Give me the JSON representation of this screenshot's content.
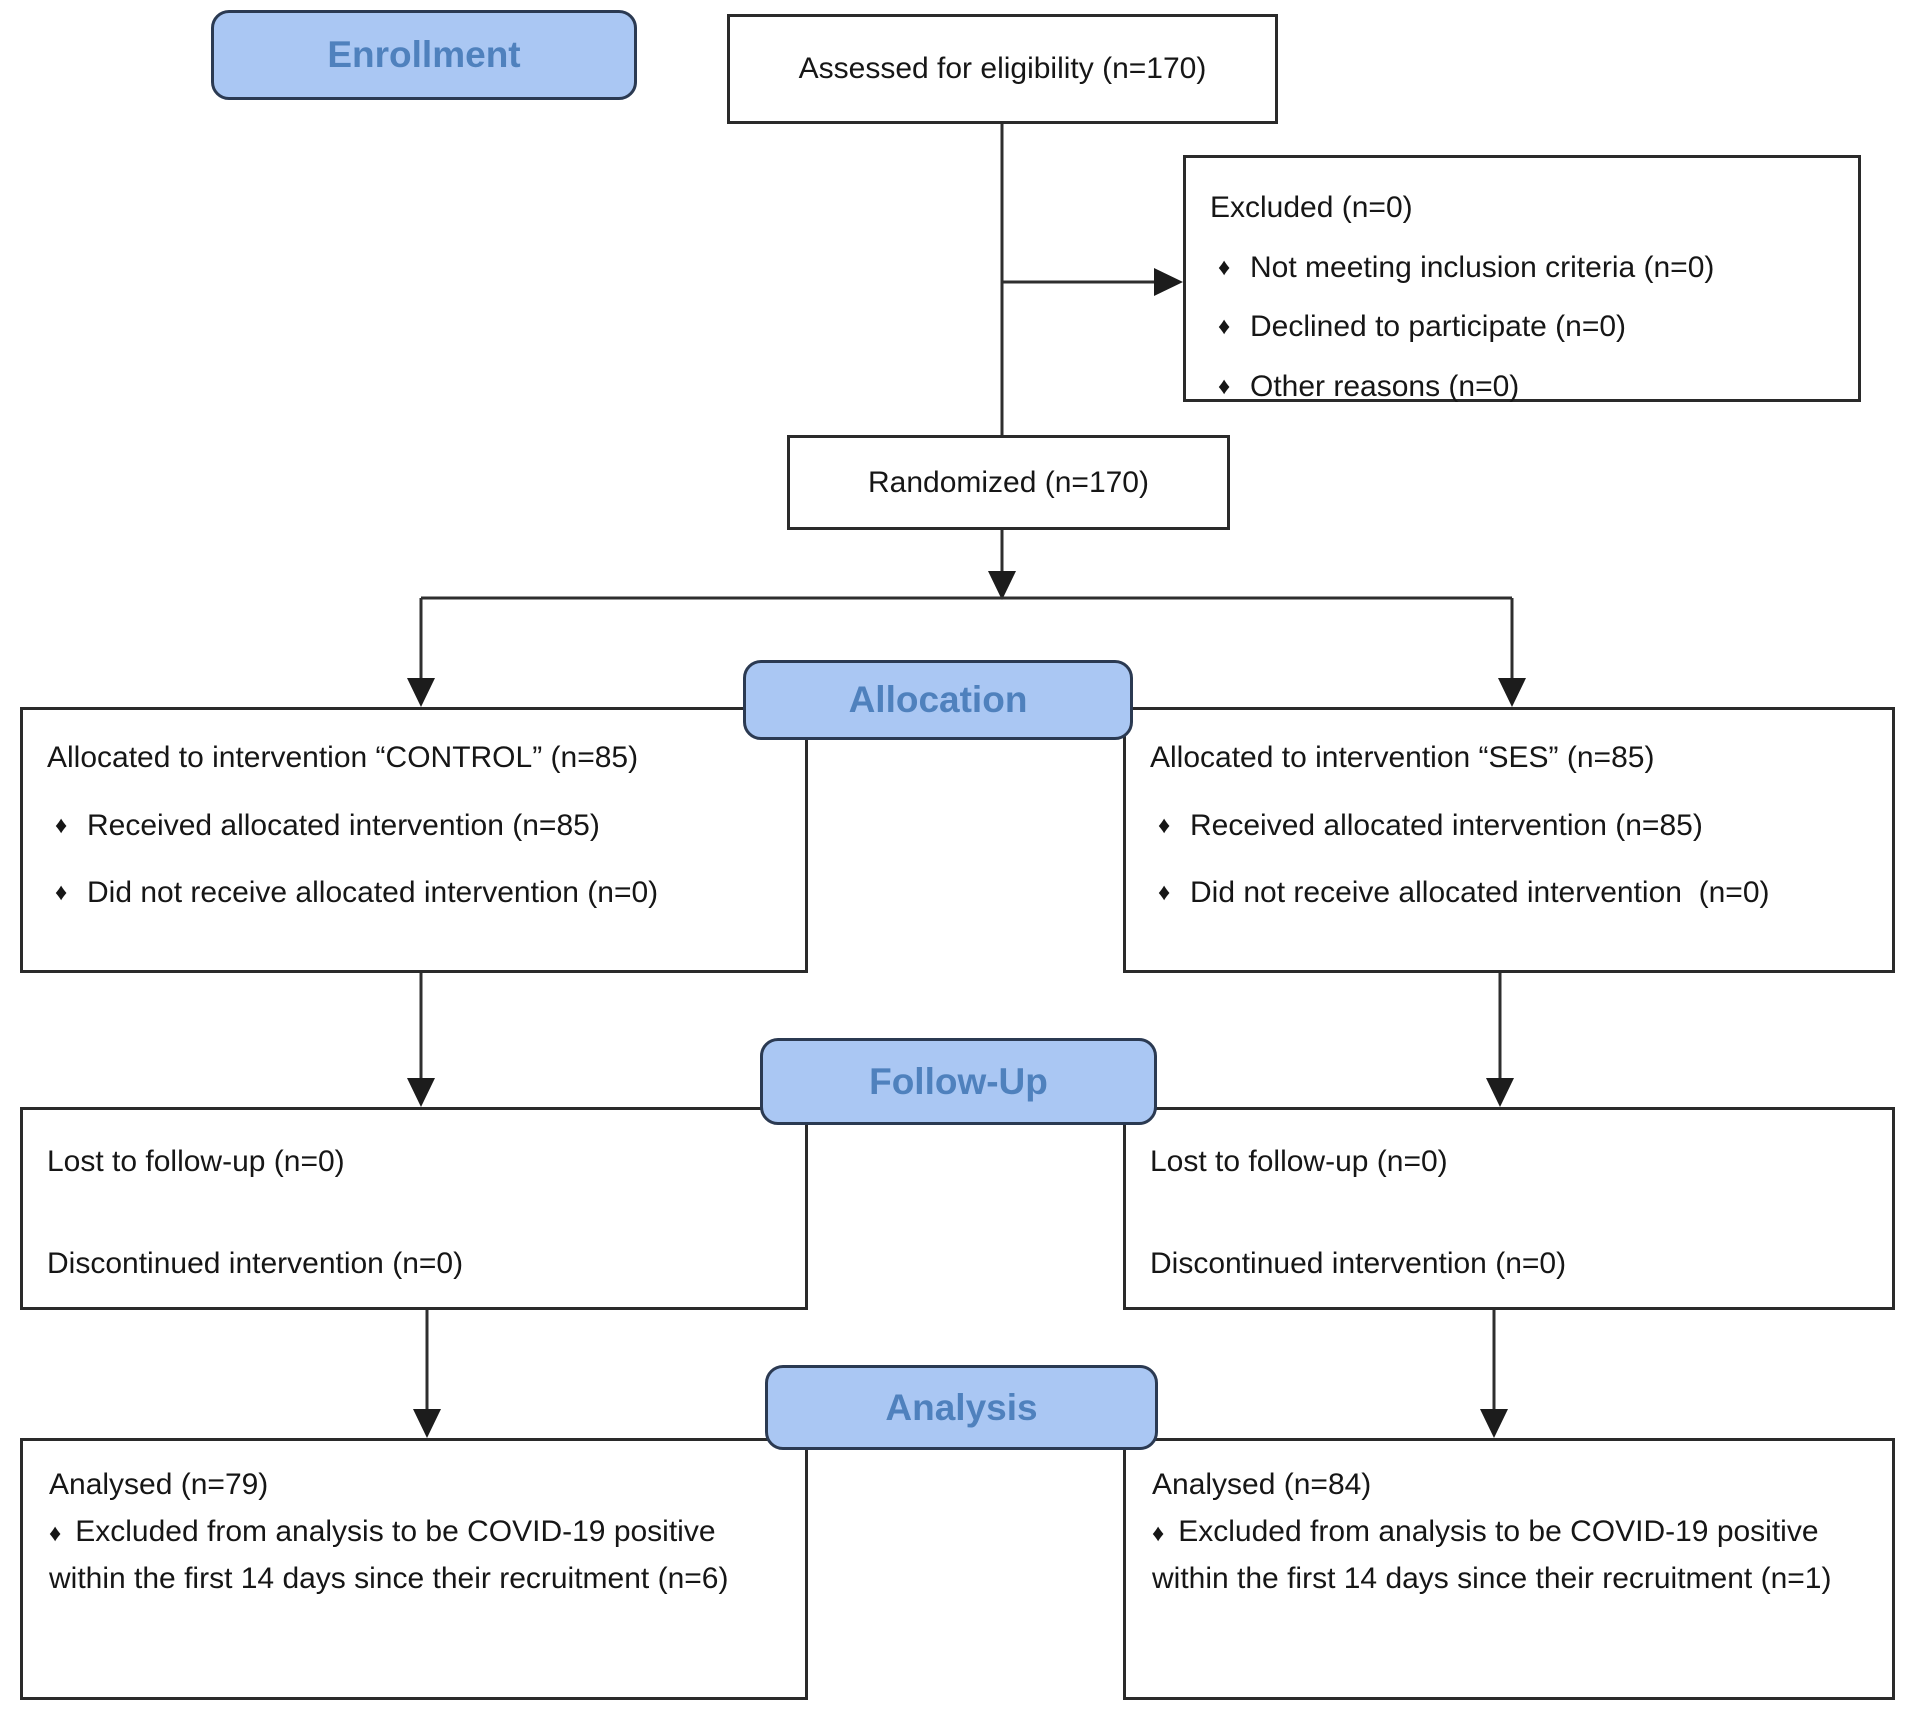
{
  "diagram": {
    "stage_labels": {
      "enrollment": "Enrollment",
      "allocation": "Allocation",
      "followup": "Follow-Up",
      "analysis": "Analysis"
    },
    "bullet_char": "♦",
    "boxes": {
      "assessed": {
        "text": "Assessed for eligibility (n=170)"
      },
      "excluded": {
        "title": "Excluded (n=0)",
        "bullets": [
          "Not meeting inclusion criteria (n=0)",
          "Declined to participate (n=0)",
          "Other reasons (n=0)"
        ]
      },
      "randomized": {
        "text": "Randomized (n=170)"
      },
      "alloc_control": {
        "title": "Allocated to intervention “CONTROL” (n=85)",
        "bullets": [
          "Received allocated intervention (n=85)",
          "Did not receive allocated intervention (n=0)"
        ]
      },
      "alloc_ses": {
        "title": "Allocated to intervention “SES” (n=85)",
        "bullets": [
          "Received allocated intervention (n=85)",
          "Did not receive allocated intervention  (n=0)"
        ]
      },
      "fu_control": {
        "lines": [
          "Lost to follow-up (n=0)",
          "Discontinued intervention (n=0)"
        ]
      },
      "fu_ses": {
        "lines": [
          "Lost to follow-up (n=0)",
          "Discontinued intervention (n=0)"
        ]
      },
      "analysis_control": {
        "title": "Analysed (n=79)",
        "bullet": "Excluded from analysis to be COVID-19 positive within the first 14 days since their recruitment (n=6)"
      },
      "analysis_ses": {
        "title": "Analysed (n=84)",
        "bullet": "Excluded from analysis to be COVID-19 positive within the first 14 days since their recruitment (n=1)"
      }
    },
    "colors": {
      "label_fill": "#aac7f3",
      "label_text": "#4f81bd",
      "label_border": "#2b3a52",
      "box_border": "#2a2a2a",
      "connector": "#2f2f2f",
      "arrow_fill": "#1c1c1c"
    }
  }
}
